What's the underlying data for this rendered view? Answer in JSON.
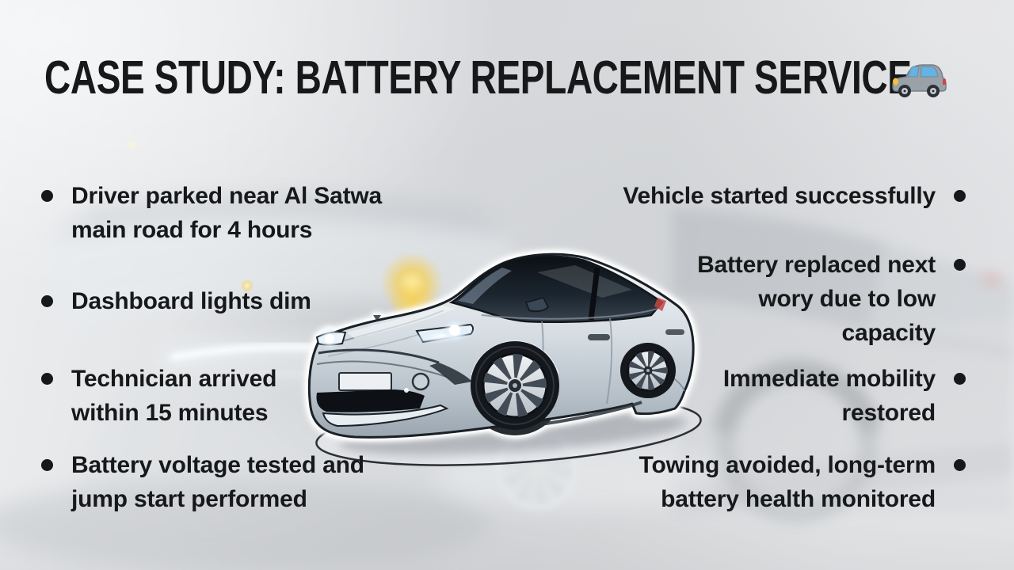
{
  "slide": {
    "title": "CASE STUDY: BATTERY REPLACEMENT SERVICE",
    "title_icon": "car-emoji",
    "bullets_left": [
      [
        "Driver parked near Al Satwa",
        "main road for 4 hours"
      ],
      [
        "Dashboard lights dim"
      ],
      [
        "Technician arrived",
        "within 15 minutes"
      ],
      [
        "Battery voltage tested and",
        "jump start performed"
      ]
    ],
    "bullets_right": [
      [
        "Vehicle started successfully"
      ],
      [
        "Battery replaced next",
        "wory due to low",
        "capacity"
      ],
      [
        "Immediate mobility",
        "restored"
      ],
      [
        "Towing avoided, long-term",
        "battery health monitored"
      ]
    ]
  },
  "colors": {
    "text": "#17181a",
    "glow_yellow": "#f6cd46",
    "headlight": "#ddefff",
    "halo": "#ffffff",
    "car_body": "#ccd4db",
    "bg_light": "#eceef0",
    "bg_dark": "#c9ccd0"
  }
}
